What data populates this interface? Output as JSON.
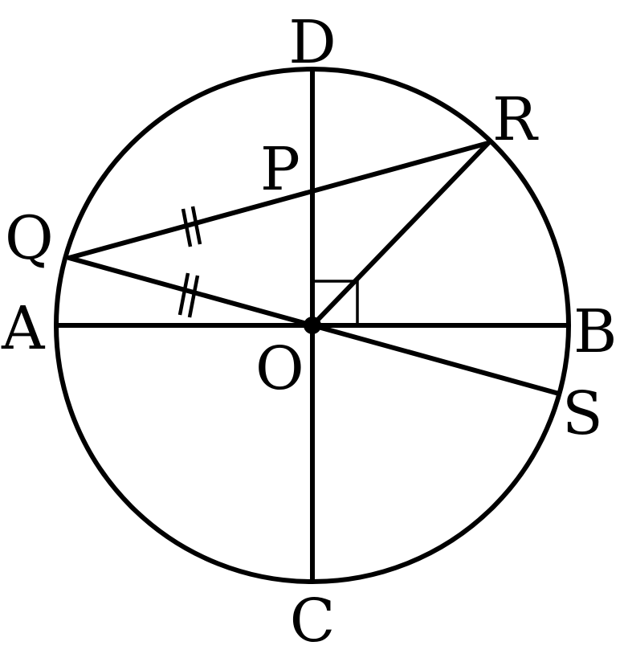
{
  "diagram": {
    "labels": {
      "A": "A",
      "B": "B",
      "C": "C",
      "D": "D",
      "O": "O",
      "P": "P",
      "Q": "Q",
      "R": "R",
      "S": "S"
    },
    "colors": {
      "stroke": "#000000",
      "background": "#ffffff"
    }
  }
}
